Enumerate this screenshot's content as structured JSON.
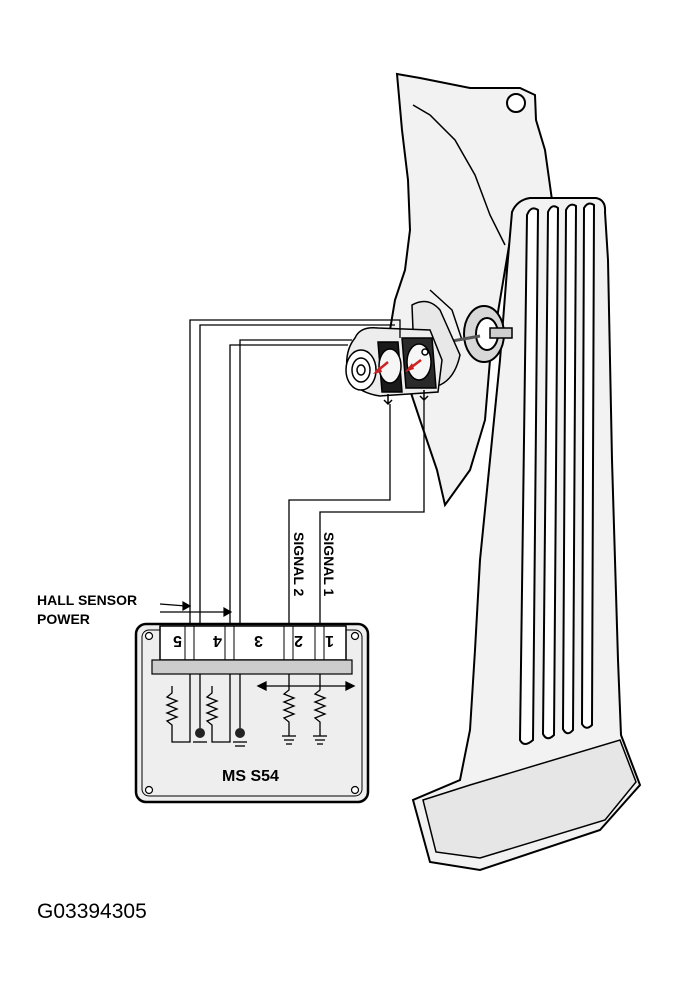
{
  "labels": {
    "hall_sensor_power_line1": "HALL SENSOR",
    "hall_sensor_power_line2": "POWER",
    "signal_1": "SIGNAL 1",
    "signal_2": "SIGNAL 2",
    "module": "MS S54",
    "figure_code": "G03394305"
  },
  "pins": [
    "5",
    "4",
    "3",
    "2",
    "1"
  ]
}
